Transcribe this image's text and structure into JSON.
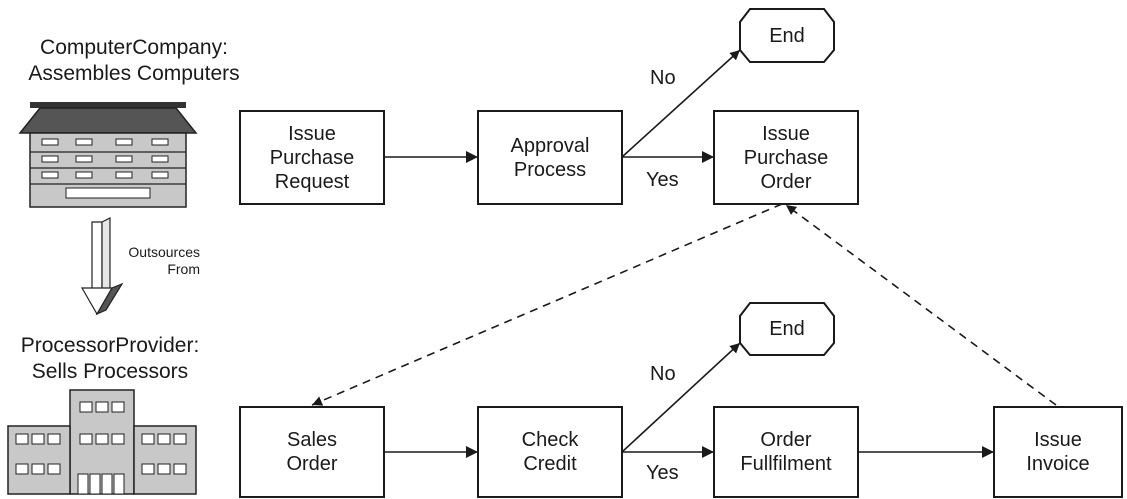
{
  "companies": {
    "top": {
      "name": "ComputerCompany:",
      "role": "Assembles Computers"
    },
    "bottom": {
      "name": "ProcessorProvider:",
      "role": "Sells Processors"
    },
    "relation": "Outsources\nFrom"
  },
  "nodes": {
    "issue_purchase_request": "Issue\nPurchase\nRequest",
    "approval_process": "Approval\nProcess",
    "issue_purchase_order": "Issue\nPurchase\nOrder",
    "end_top": "End",
    "sales_order": "Sales\nOrder",
    "check_credit": "Check\nCredit",
    "order_fulfilment": "Order\nFullfilment",
    "issue_invoice": "Issue\nInvoice",
    "end_bottom": "End"
  },
  "edges": {
    "approval_no": "No",
    "approval_yes": "Yes",
    "credit_no": "No",
    "credit_yes": "Yes"
  },
  "colors": {
    "stroke": "#1a1a1a",
    "building_fill": "#c8c8c8",
    "roof_fill": "#555555"
  }
}
